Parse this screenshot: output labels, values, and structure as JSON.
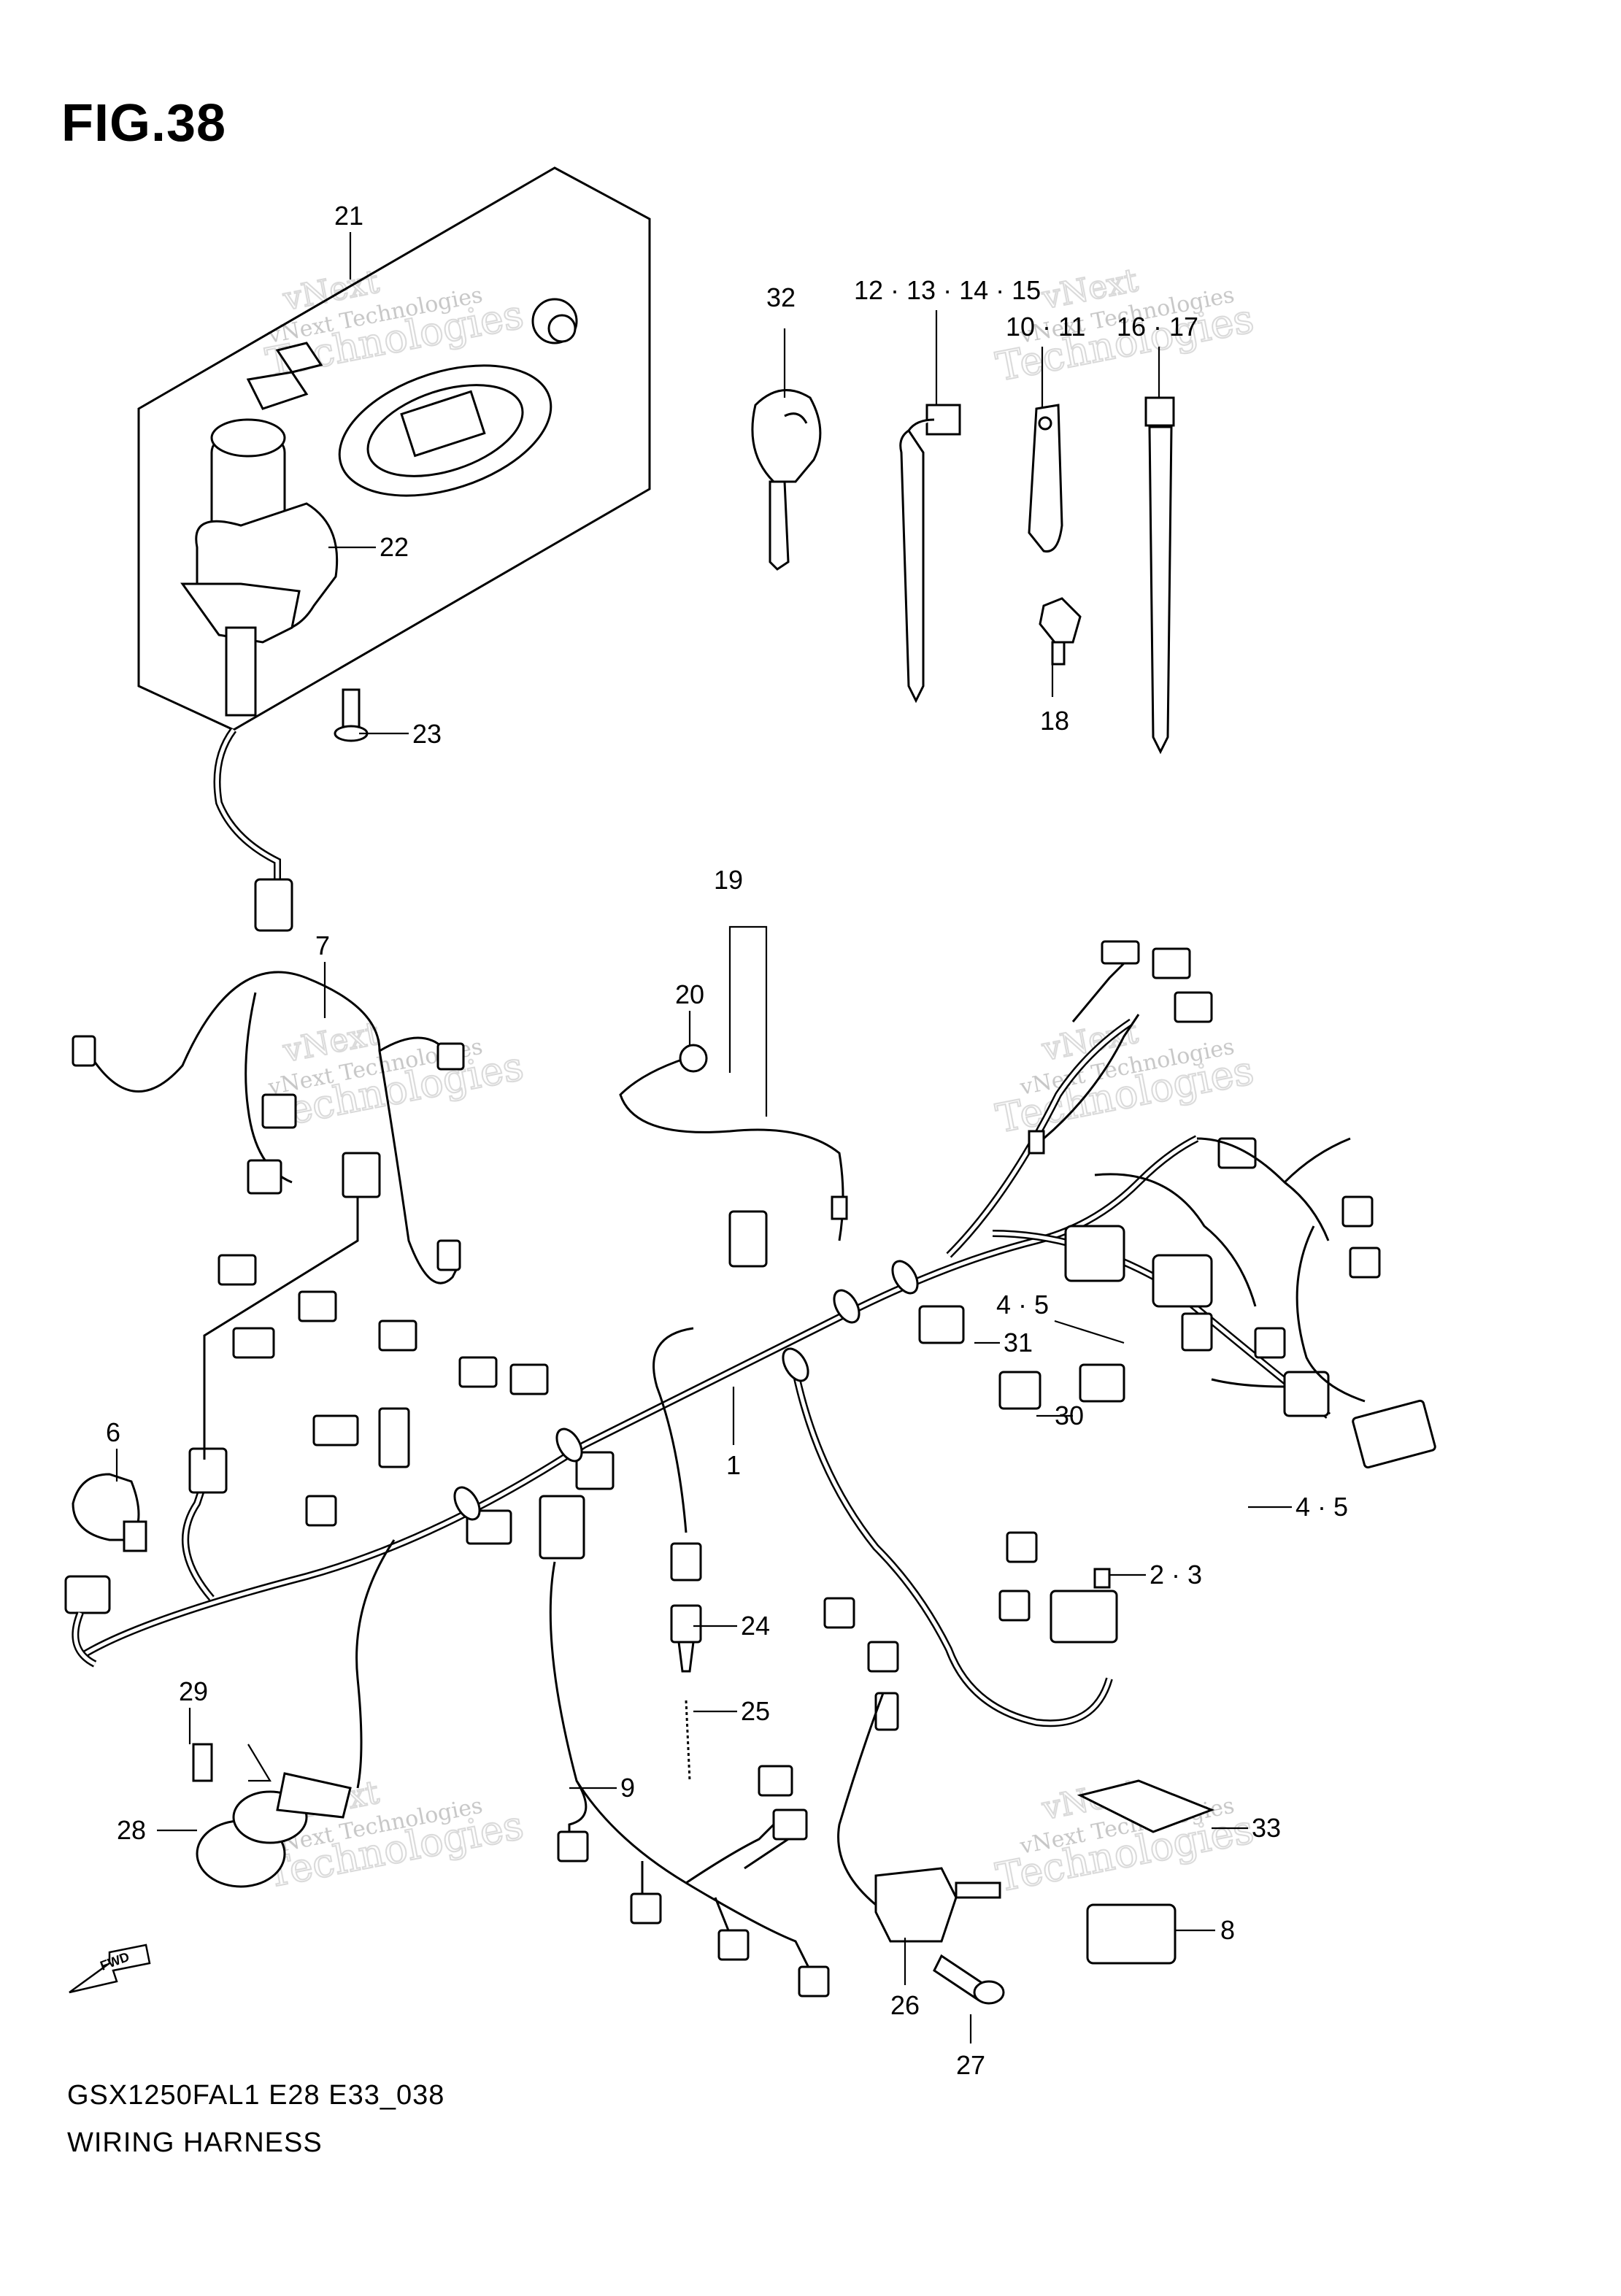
{
  "figure": {
    "title": "FIG.38",
    "model_code": "GSX1250FAL1 E28 E33_038",
    "section_name": "WIRING HARNESS",
    "fwd_arrow_label": "FWD"
  },
  "watermark": {
    "line1": "vNext Technologies",
    "line2": "vNext",
    "line3": "Technologies"
  },
  "callouts": {
    "c1": "1",
    "c2_3": "2 · 3",
    "c4_5_top": "4 · 5",
    "c4_5_bottom": "4 · 5",
    "c6": "6",
    "c7": "7",
    "c8": "8",
    "c9": "9",
    "c10_11": "10 · 11",
    "c12_15": "12 · 13 · 14 · 15",
    "c16_17": "16 · 17",
    "c18": "18",
    "c19": "19",
    "c20": "20",
    "c21": "21",
    "c22": "22",
    "c23": "23",
    "c24": "24",
    "c25": "25",
    "c26": "26",
    "c27": "27",
    "c28": "28",
    "c29": "29",
    "c30": "30",
    "c31": "31",
    "c32": "32",
    "c33": "33"
  }
}
